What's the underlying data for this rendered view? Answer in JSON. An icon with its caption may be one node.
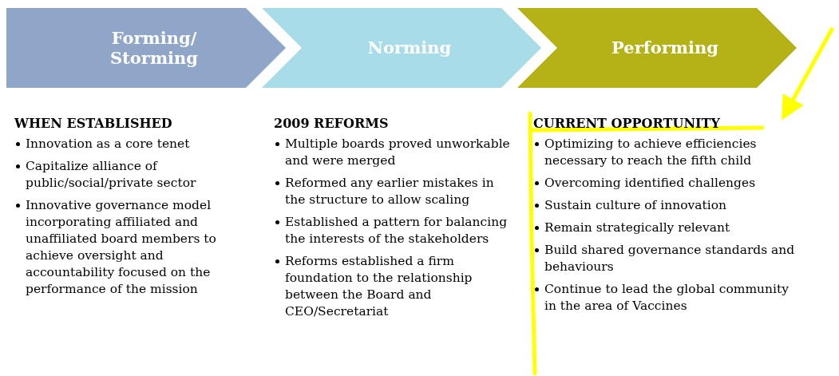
{
  "diagram": {
    "nodes": [
      {
        "text": [
          "Forming/ Storming"
        ]
      },
      {
        "text": [
          "Norming"
        ]
      },
      {
        "text": [
          "Performing"
        ]
      },
      {
        "text": [
          "WHEN ESTABLISHED",
          "Innovation as a core tenet",
          "Capitalize alliance of public/social/private sector",
          "Innovative governance model incorporating affiliated and unaffiliated board members to achieve oversight and accountability focused on the performance of the mission"
        ]
      },
      {
        "text": [
          "2009 REFORMS",
          "Multiple boards proved unworkable and were merged",
          "Reformed any earlier mistakes in the structure to allow scaling",
          "Established a pattern for balancing the interests of the stakeholders",
          "Reforms established a firm foundation to the relationship between the Board and CEO/Secretariat"
        ]
      },
      {
        "text": [
          "CURRENT OPPORTUNITY",
          "Optimizing to achieve efficiencies necessary to reach the fifth child",
          "Overcoming identified challenges",
          "Sustain culture of innovation",
          "Remain strategically relevant",
          "Build shared governance standards and behaviours",
          "Continue to lead the global community in the area of Vaccines"
        ]
      }
    ],
    "edges": [
      {
        "from": null,
        "to": 5,
        "arrow": "to",
        "color": "#ffff00"
      }
    ]
  }
}
